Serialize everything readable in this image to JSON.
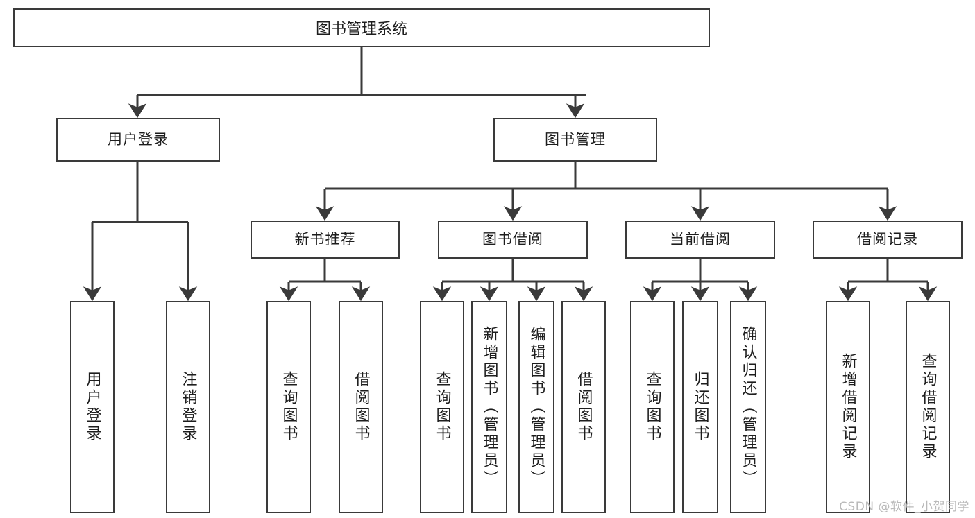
{
  "diagram": {
    "title": "图书管理系统",
    "type": "tree",
    "watermark": "CSDN @软件_小贺同学",
    "colors": {
      "stroke": "#3a3a3a",
      "fill": "#ffffff",
      "text": "#1d1d1d",
      "watermark": "#b9b9b9"
    },
    "root": {
      "label": "图书管理系统"
    },
    "level2": [
      {
        "label": "用户登录"
      },
      {
        "label": "图书管理"
      }
    ],
    "level3": [
      {
        "label": "新书推荐"
      },
      {
        "label": "图书借阅"
      },
      {
        "label": "当前借阅"
      },
      {
        "label": "借阅记录"
      }
    ],
    "leaves": {
      "user_login": [
        {
          "label": "用户登录"
        },
        {
          "label": "注销登录"
        }
      ],
      "new_book_recommend": [
        {
          "label": "查询图书"
        },
        {
          "label": "借阅图书"
        }
      ],
      "book_borrow": [
        {
          "label": "查询图书"
        },
        {
          "label": "新增图书（管理员）"
        },
        {
          "label": "编辑图书（管理员）"
        },
        {
          "label": "借阅图书"
        }
      ],
      "current_borrow": [
        {
          "label": "查询图书"
        },
        {
          "label": "归还图书"
        },
        {
          "label": "确认归还（管理员）"
        }
      ],
      "borrow_record": [
        {
          "label": "新增借阅记录"
        },
        {
          "label": "查询借阅记录"
        }
      ]
    }
  }
}
